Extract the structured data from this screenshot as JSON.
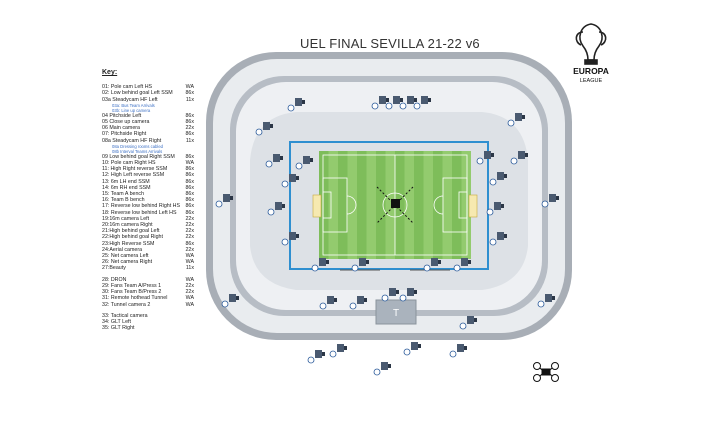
{
  "title": "UEL FINAL SEVILLA 21-22 v6",
  "logo": {
    "line1": "EUROPA",
    "line2": "LEAGUE",
    "icon": "europa-league-trophy"
  },
  "key": {
    "heading": "Key:",
    "groups": [
      [
        {
          "label": "01: Pole cam Left HS",
          "code": "WA"
        },
        {
          "label": "02: Low behind goal Left SSM",
          "code": "86x"
        },
        {
          "label": "03a Steadycam HF Left",
          "code": "11x"
        },
        {
          "sub": "03a: Bus Team Arrivals"
        },
        {
          "sub": "03b: Line up camera"
        },
        {
          "label": "04 Pitchside Left",
          "code": "86x"
        },
        {
          "label": "05 Close up camera",
          "code": "86x"
        },
        {
          "label": "06 Main camera",
          "code": "22x"
        },
        {
          "label": "07: Pitchside Right",
          "code": "86x"
        },
        {
          "label": "08a Steadycam HF Right",
          "code": "11x"
        },
        {
          "sub": "08a Dressing rooms cabled"
        },
        {
          "sub": "08b Interval Teams Arrivals"
        },
        {
          "label": "09 Low behind goal Right SSM",
          "code": "86x"
        },
        {
          "label": "10: Pole cam Right HS",
          "code": "WA"
        },
        {
          "label": "11: High Right reverse SSM",
          "code": "86x"
        },
        {
          "label": "12: High Left reverse SSM",
          "code": "86x"
        },
        {
          "label": "13: 6m LH end SSM",
          "code": "86x"
        },
        {
          "label": "14: 6m RH end SSM",
          "code": "86x"
        },
        {
          "label": "15: Team A bench",
          "code": "86x"
        },
        {
          "label": "16: Team B bench",
          "code": "86x"
        },
        {
          "label": "17: Reverse low behind Right HS",
          "code": "86x"
        },
        {
          "label": "18: Reverse low behind Left HS",
          "code": "86x"
        },
        {
          "label": "19:16m camera Left",
          "code": "22x"
        },
        {
          "label": "20:16m camera Right",
          "code": "22x"
        },
        {
          "label": "21:High behind goal Left",
          "code": "22x"
        },
        {
          "label": "22:High behind goal Right",
          "code": "22x"
        },
        {
          "label": "23:High Reverse SSM",
          "code": "86x"
        },
        {
          "label": "24:Aerial camera",
          "code": "22x"
        },
        {
          "label": "25: Net camera Left",
          "code": "WA"
        },
        {
          "label": "26: Net camera Right",
          "code": "WA"
        },
        {
          "label": "27:Beauty",
          "code": "11x"
        }
      ],
      [
        {
          "label": "28: DRON",
          "code": "WA"
        },
        {
          "label": "29: Fans Team A/Press 1",
          "code": "22x"
        },
        {
          "label": "30: Fans Team B/Press 2",
          "code": "22x"
        },
        {
          "label": "31: Remote hothead Tunnel",
          "code": "WA"
        },
        {
          "label": "32: Tunnel camera 2",
          "code": "WA"
        }
      ],
      [
        {
          "label": "33: Tactical camera",
          "code": ""
        },
        {
          "label": "34: GLT Left",
          "code": ""
        },
        {
          "label": "35: GLT Right",
          "code": ""
        }
      ]
    ]
  },
  "tunnel_label": "T",
  "colors": {
    "stand_outer": "#a8aeb6",
    "stand_inner": "#e9ecef",
    "concourse": "#d9dde2",
    "pitch_dark": "#7ebd5a",
    "pitch_light": "#93cb6e",
    "ad_board": "#2f8fd0",
    "camera": "#4a5a70",
    "callout": "#2a5a9a"
  },
  "icons": [
    "camera-icon",
    "tripod-icon",
    "drone-icon",
    "goal-net-icon",
    "tunnel-icon"
  ]
}
